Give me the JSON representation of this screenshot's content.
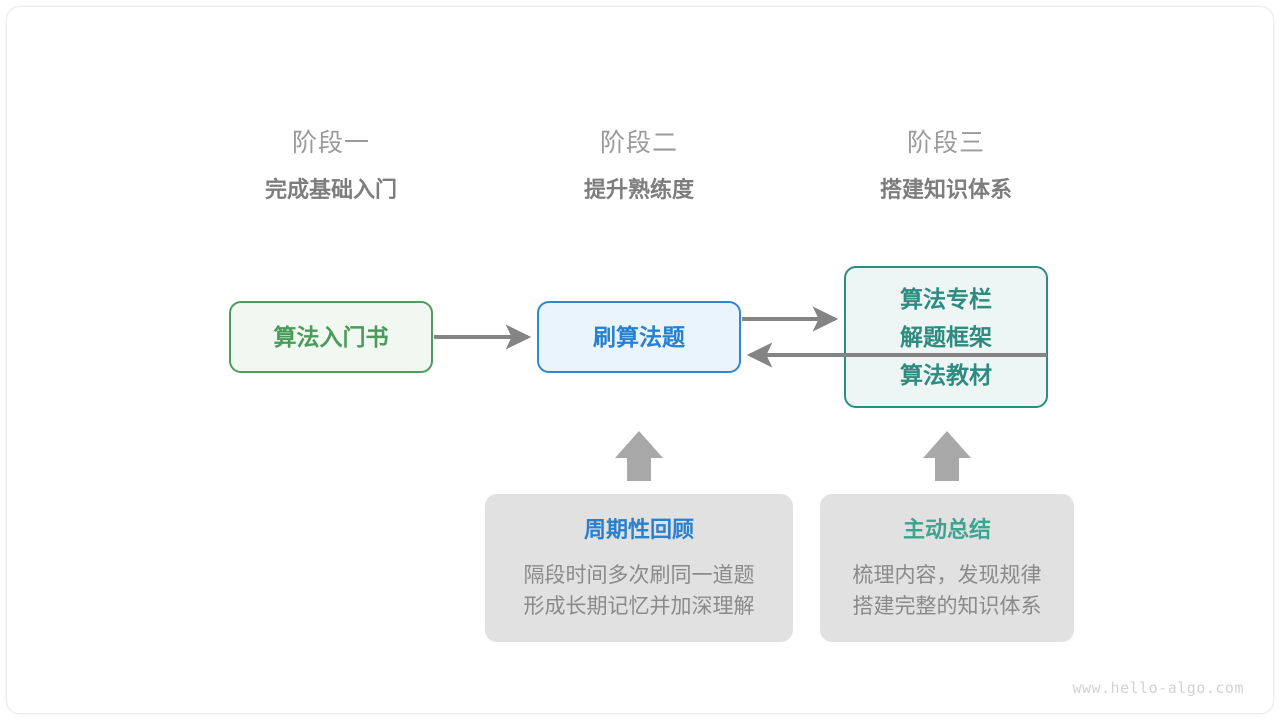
{
  "figure": {
    "watermark": "www.hello-algo.com",
    "colors": {
      "green": "#4a9a5a",
      "blue": "#2780d0",
      "teal": "#2e8b80",
      "arrow_gray": "#848484",
      "card_gray": "#e1e1e1",
      "header_gray": "#9a9a9a",
      "subhead_gray": "#7d7d7d"
    }
  },
  "stages": [
    {
      "name": "阶段一",
      "subtitle": "完成基础入门"
    },
    {
      "name": "阶段二",
      "subtitle": "提升熟练度"
    },
    {
      "name": "阶段三",
      "subtitle": "搭建知识体系"
    }
  ],
  "nodes": [
    {
      "id": "intro-book",
      "lines": [
        "算法入门书"
      ],
      "theme": "green"
    },
    {
      "id": "practice-problems",
      "lines": [
        "刷算法题"
      ],
      "theme": "blue"
    },
    {
      "id": "knowledge-resources",
      "lines": [
        "算法专栏",
        "解题框架",
        "算法教材"
      ],
      "theme": "teal"
    }
  ],
  "notes": [
    {
      "id": "periodic-review",
      "title": "周期性回顾",
      "title_theme": "blue",
      "body": "隔段时间多次刷同一道题\n形成长期记忆并加深理解"
    },
    {
      "id": "active-summary",
      "title": "主动总结",
      "title_theme": "teal",
      "body": "梳理内容，发现规律\n搭建完整的知识体系"
    }
  ]
}
